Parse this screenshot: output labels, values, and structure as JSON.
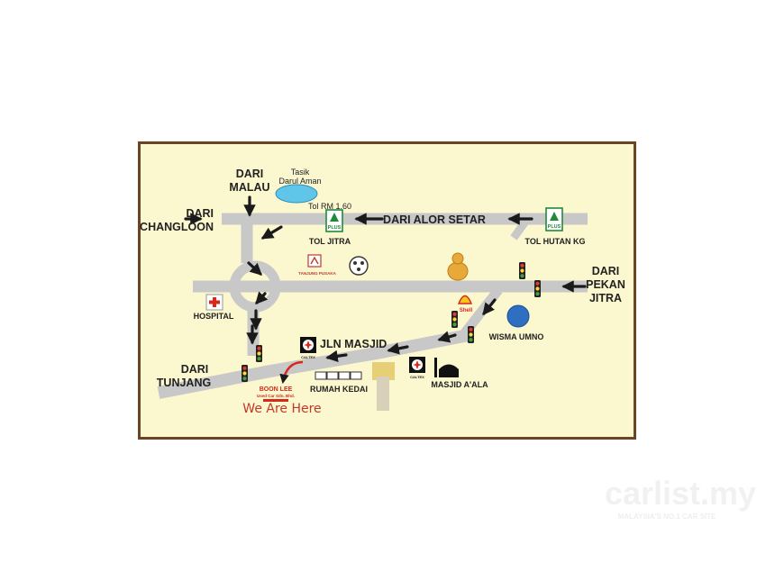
{
  "map": {
    "labels": {
      "dari_malau_1": "DARI",
      "dari_malau_2": "MALAU",
      "tasik_1": "Tasik",
      "tasik_2": "Darul Aman",
      "tol_price": "Tol RM 1.60",
      "dari_changloon_1": "DARI",
      "dari_changloon_2": "CHANGLOON",
      "dari_alor_setar": "DARI ALOR SETAR",
      "tol_jitra": "TOL JITRA",
      "tol_hutankg": "TOL HUTAN KG",
      "tanjung_label": "TANJUNG PUSAKA",
      "hospital": "HOSPITAL",
      "dari_pekan_1": "DARI",
      "dari_pekan_2": "PEKAN",
      "dari_pekan_3": "JITRA",
      "shell": "Shell",
      "wisma_umno": "WISMA UMNO",
      "jln_masjid": "JLN MASJID",
      "caltex_1": "CALTEX",
      "caltex_2": "CALTEX",
      "masjid": "MASJID A'ALA",
      "dari_tunjang_1": "DARI",
      "dari_tunjang_2": "TUNJANG",
      "rumah_kedai": "RUMAH KEDAI",
      "boon_lee_1": "BOON LEE",
      "boon_lee_2": "Used Car Sdn. Bhd.",
      "we_are_here": "We Are Here",
      "plus_1": "PLUS",
      "plus_2": "PLUS"
    },
    "watermark": {
      "brand": "carlist.my",
      "tagline": "MALAYSIA'S NO.1 CAR SITE"
    },
    "colors": {
      "background": "#fbf7cf",
      "border": "#6b4423",
      "road": "#c8c8c8",
      "arrow": "#1a1a1a",
      "plus_green": "#1f8a3a",
      "lake": "#5fc6ea",
      "wisma_circle": "#2f6fc2",
      "marker_red": "#d42a1e"
    }
  }
}
